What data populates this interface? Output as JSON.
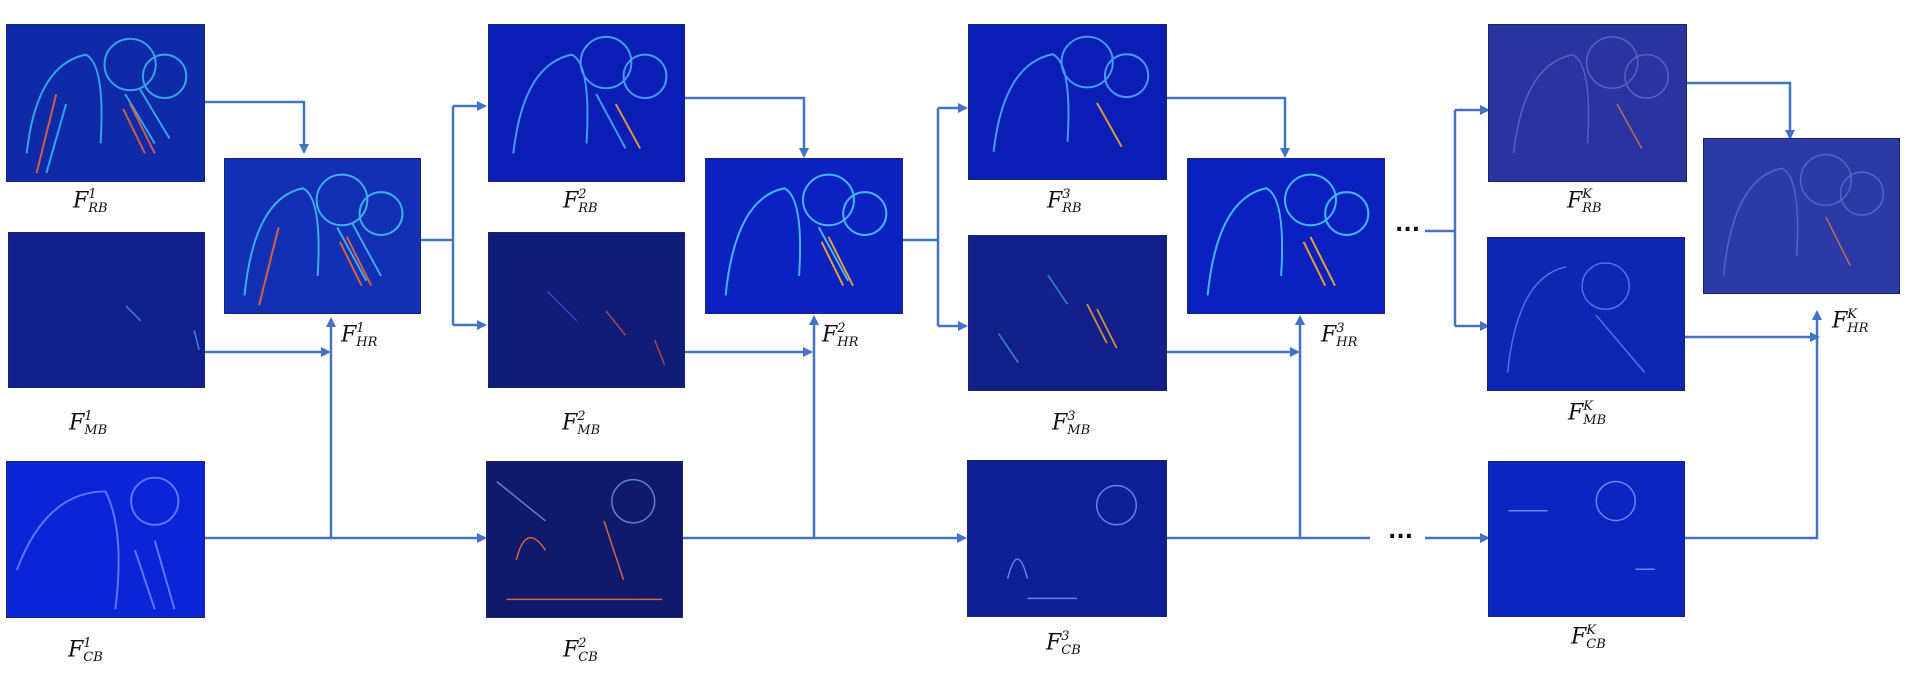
{
  "colors": {
    "arrow": "#4472C4",
    "map_bg": "#0a1a9a",
    "map_dark": "#111a6e",
    "edge_cyan": "#4fd0ff",
    "edge_hot": "#ff5a1f"
  },
  "labels": {
    "RB1": {
      "base": "F",
      "sup": "1",
      "sub": "RB"
    },
    "MB1": {
      "base": "F",
      "sup": "1",
      "sub": "MB"
    },
    "CB1": {
      "base": "F",
      "sup": "1",
      "sub": "CB"
    },
    "HR1": {
      "base": "F",
      "sup": "1",
      "sub": "HR"
    },
    "RB2": {
      "base": "F",
      "sup": "2",
      "sub": "RB"
    },
    "MB2": {
      "base": "F",
      "sup": "2",
      "sub": "MB"
    },
    "CB2": {
      "base": "F",
      "sup": "2",
      "sub": "CB"
    },
    "HR2": {
      "base": "F",
      "sup": "2",
      "sub": "HR"
    },
    "RB3": {
      "base": "F",
      "sup": "3",
      "sub": "RB"
    },
    "MB3": {
      "base": "F",
      "sup": "3",
      "sub": "MB"
    },
    "CB3": {
      "base": "F",
      "sup": "3",
      "sub": "CB"
    },
    "HR3": {
      "base": "F",
      "sup": "3",
      "sub": "HR"
    },
    "RBK": {
      "base": "F",
      "sup": "K",
      "sub": "RB"
    },
    "MBK": {
      "base": "F",
      "sup": "K",
      "sub": "MB"
    },
    "CBK": {
      "base": "F",
      "sup": "K",
      "sub": "CB"
    },
    "HRK": {
      "base": "F",
      "sup": "K",
      "sub": "HR"
    }
  },
  "ellipsis": {
    "top": "...",
    "bottom": "..."
  }
}
